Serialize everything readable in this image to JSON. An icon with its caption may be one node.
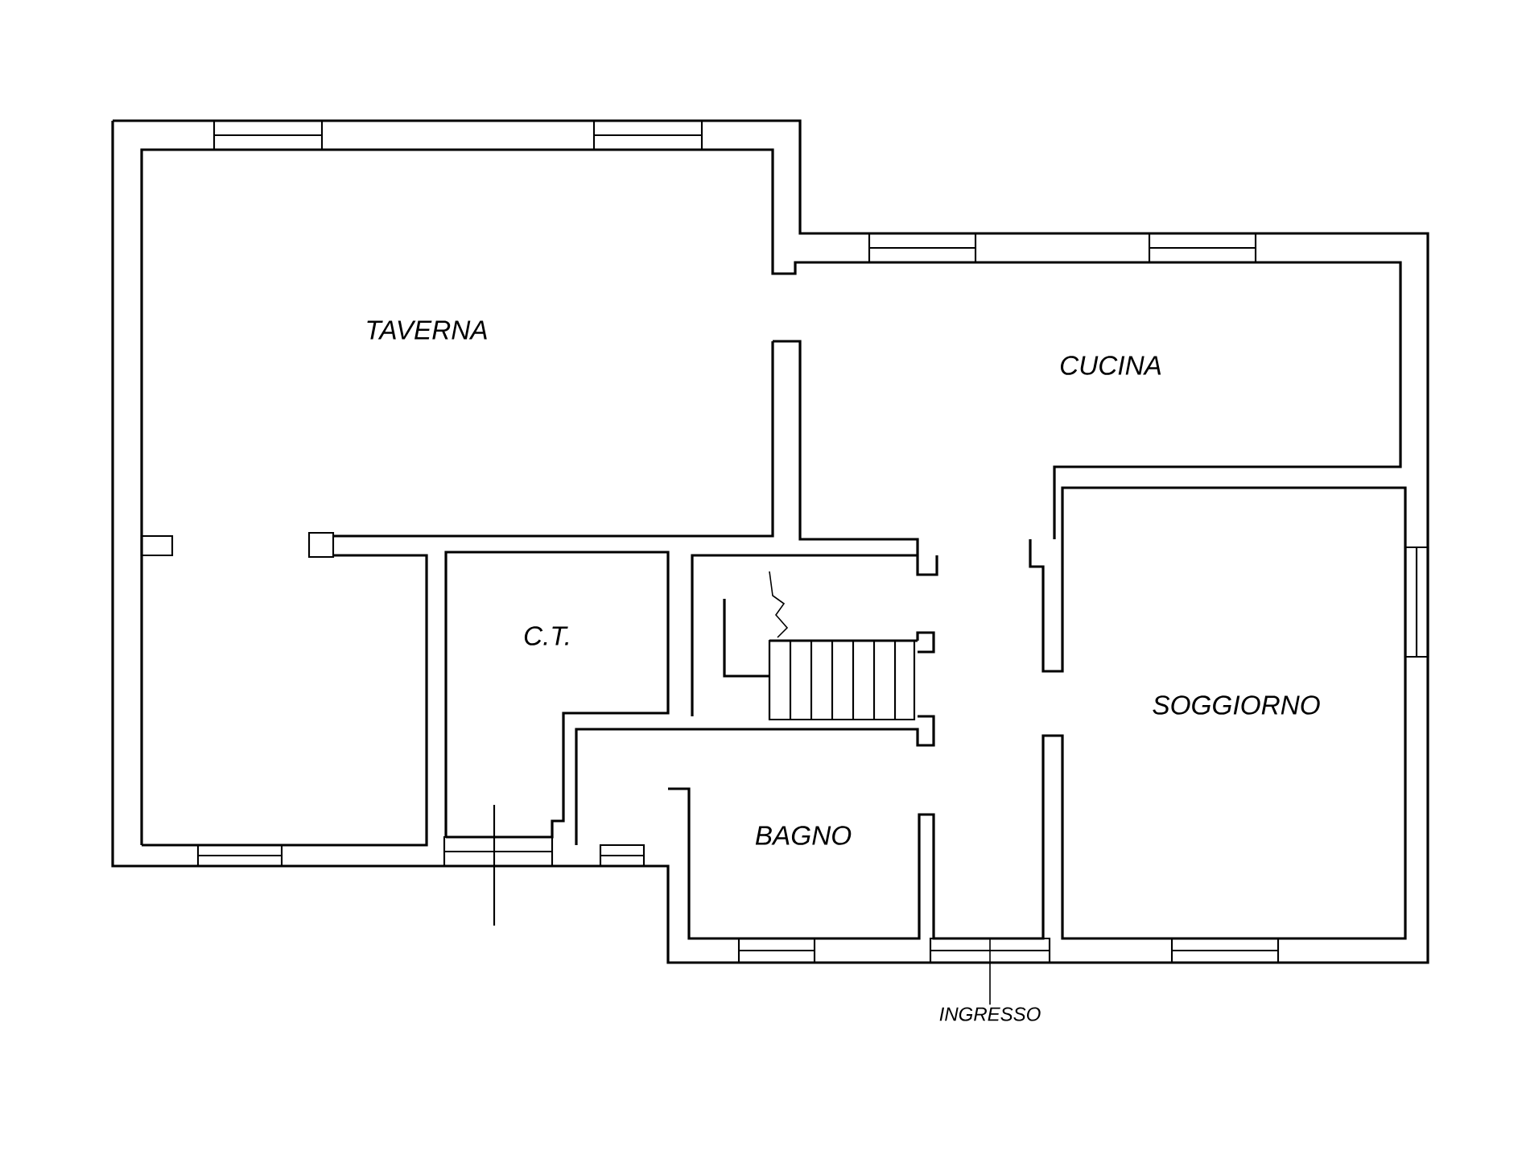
{
  "diagram": {
    "nodes": [
      {
        "text": [
          "INGRESSO"
        ]
      },
      {
        "text": [],
        "shape": "box"
      }
    ],
    "edges": [
      {
        "from": 0,
        "to": 1,
        "arrow": "none"
      }
    ],
    "labels": [
      "TAVERNA",
      "CUCINA",
      "C.T.",
      "SOGGIORNO",
      "BAGNO"
    ]
  }
}
